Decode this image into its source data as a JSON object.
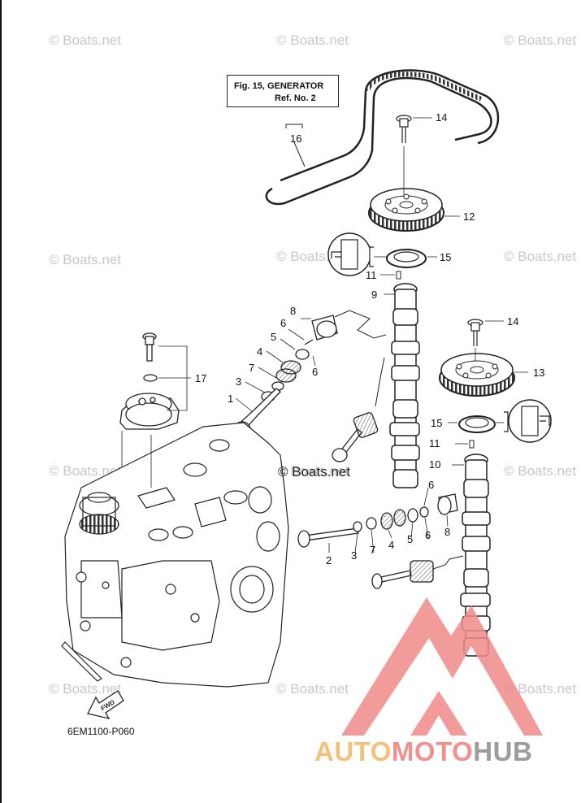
{
  "watermarks": [
    "© Boats.net",
    "© Boats.net",
    "© Boats.net",
    "© Boats.net",
    "© Boats.net",
    "© Boats.net",
    "© Boats.net",
    "© Boats.net",
    "© Boats.net",
    "© Boats.net",
    "© Boats.net",
    "© Boats.net"
  ],
  "center_watermark": "© Boats.net",
  "reference_box": {
    "line1": "Fig. 15, GENERATOR",
    "line2": "Ref. No. 2"
  },
  "callouts": {
    "c16": "16",
    "c14a": "14",
    "c12": "12",
    "c15a": "15",
    "c11a": "11",
    "c9": "9",
    "c8a": "8",
    "c6a": "6",
    "c5a": "5",
    "c6b": "6",
    "c4a": "4",
    "c7a": "7",
    "c3a": "3",
    "c1": "1",
    "c17": "17",
    "c14b": "14",
    "c13": "13",
    "c15b": "15",
    "c11b": "11",
    "c10": "10",
    "c6c": "6",
    "c2": "2",
    "c3b": "3",
    "c7b": "7",
    "c4b": "4",
    "c5b": "5",
    "c6d": "6",
    "c8b": "8"
  },
  "fwd_label": "FWD",
  "diagram_code": "6EM1100-P060",
  "logo": {
    "part1": "AUTO",
    "part2": "MOTO",
    "part3": "HUB"
  },
  "colors": {
    "logo_auto": "#f2c27a",
    "logo_moto": "#f29090",
    "logo_hub": "#9c9c9c",
    "logo_triangle": "#f08a8a",
    "watermark": "#c8c8c8"
  }
}
